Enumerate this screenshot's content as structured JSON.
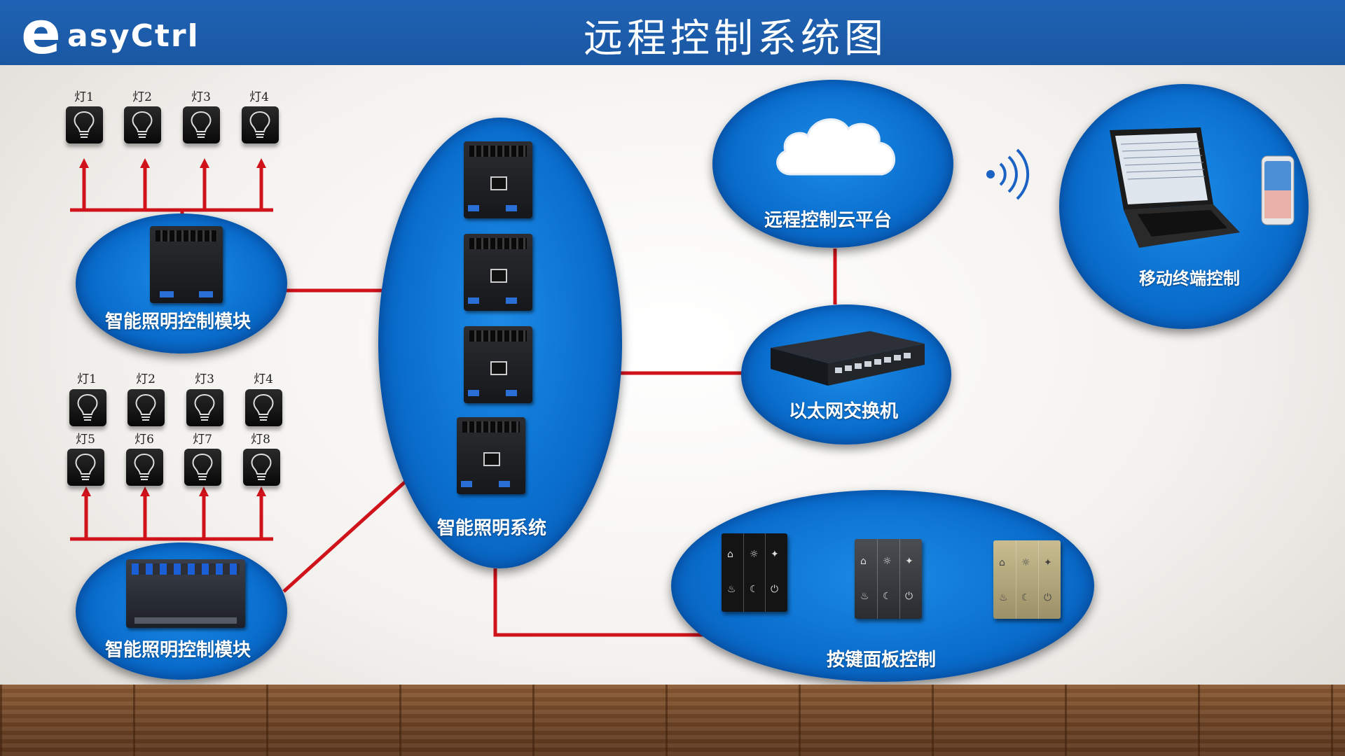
{
  "header": {
    "logo_letter": "e",
    "logo_text": "asyCtrl",
    "title": "远程控制系统图"
  },
  "colors": {
    "header": "#1f63b4",
    "ellipse": "#0a6fcf",
    "wire": "#d0121b"
  },
  "lamp_group_1": {
    "labels": [
      "灯1",
      "灯2",
      "灯3",
      "灯4"
    ]
  },
  "lamp_group_2": {
    "labels": [
      "灯1",
      "灯2",
      "灯3",
      "灯4",
      "灯5",
      "灯6",
      "灯7",
      "灯8"
    ]
  },
  "nodes": {
    "module_1": "智能照明控制模块",
    "module_2": "智能照明控制模块",
    "system": "智能照明系统",
    "cloud": "远程控制云平台",
    "switch": "以太网交换机",
    "mobile": "移动终端控制",
    "panels": "按键面板控制"
  },
  "icons": [
    "bulb-icon",
    "cloud-icon",
    "wifi-icon",
    "laptop-icon",
    "phone-icon",
    "switch-device-icon"
  ]
}
